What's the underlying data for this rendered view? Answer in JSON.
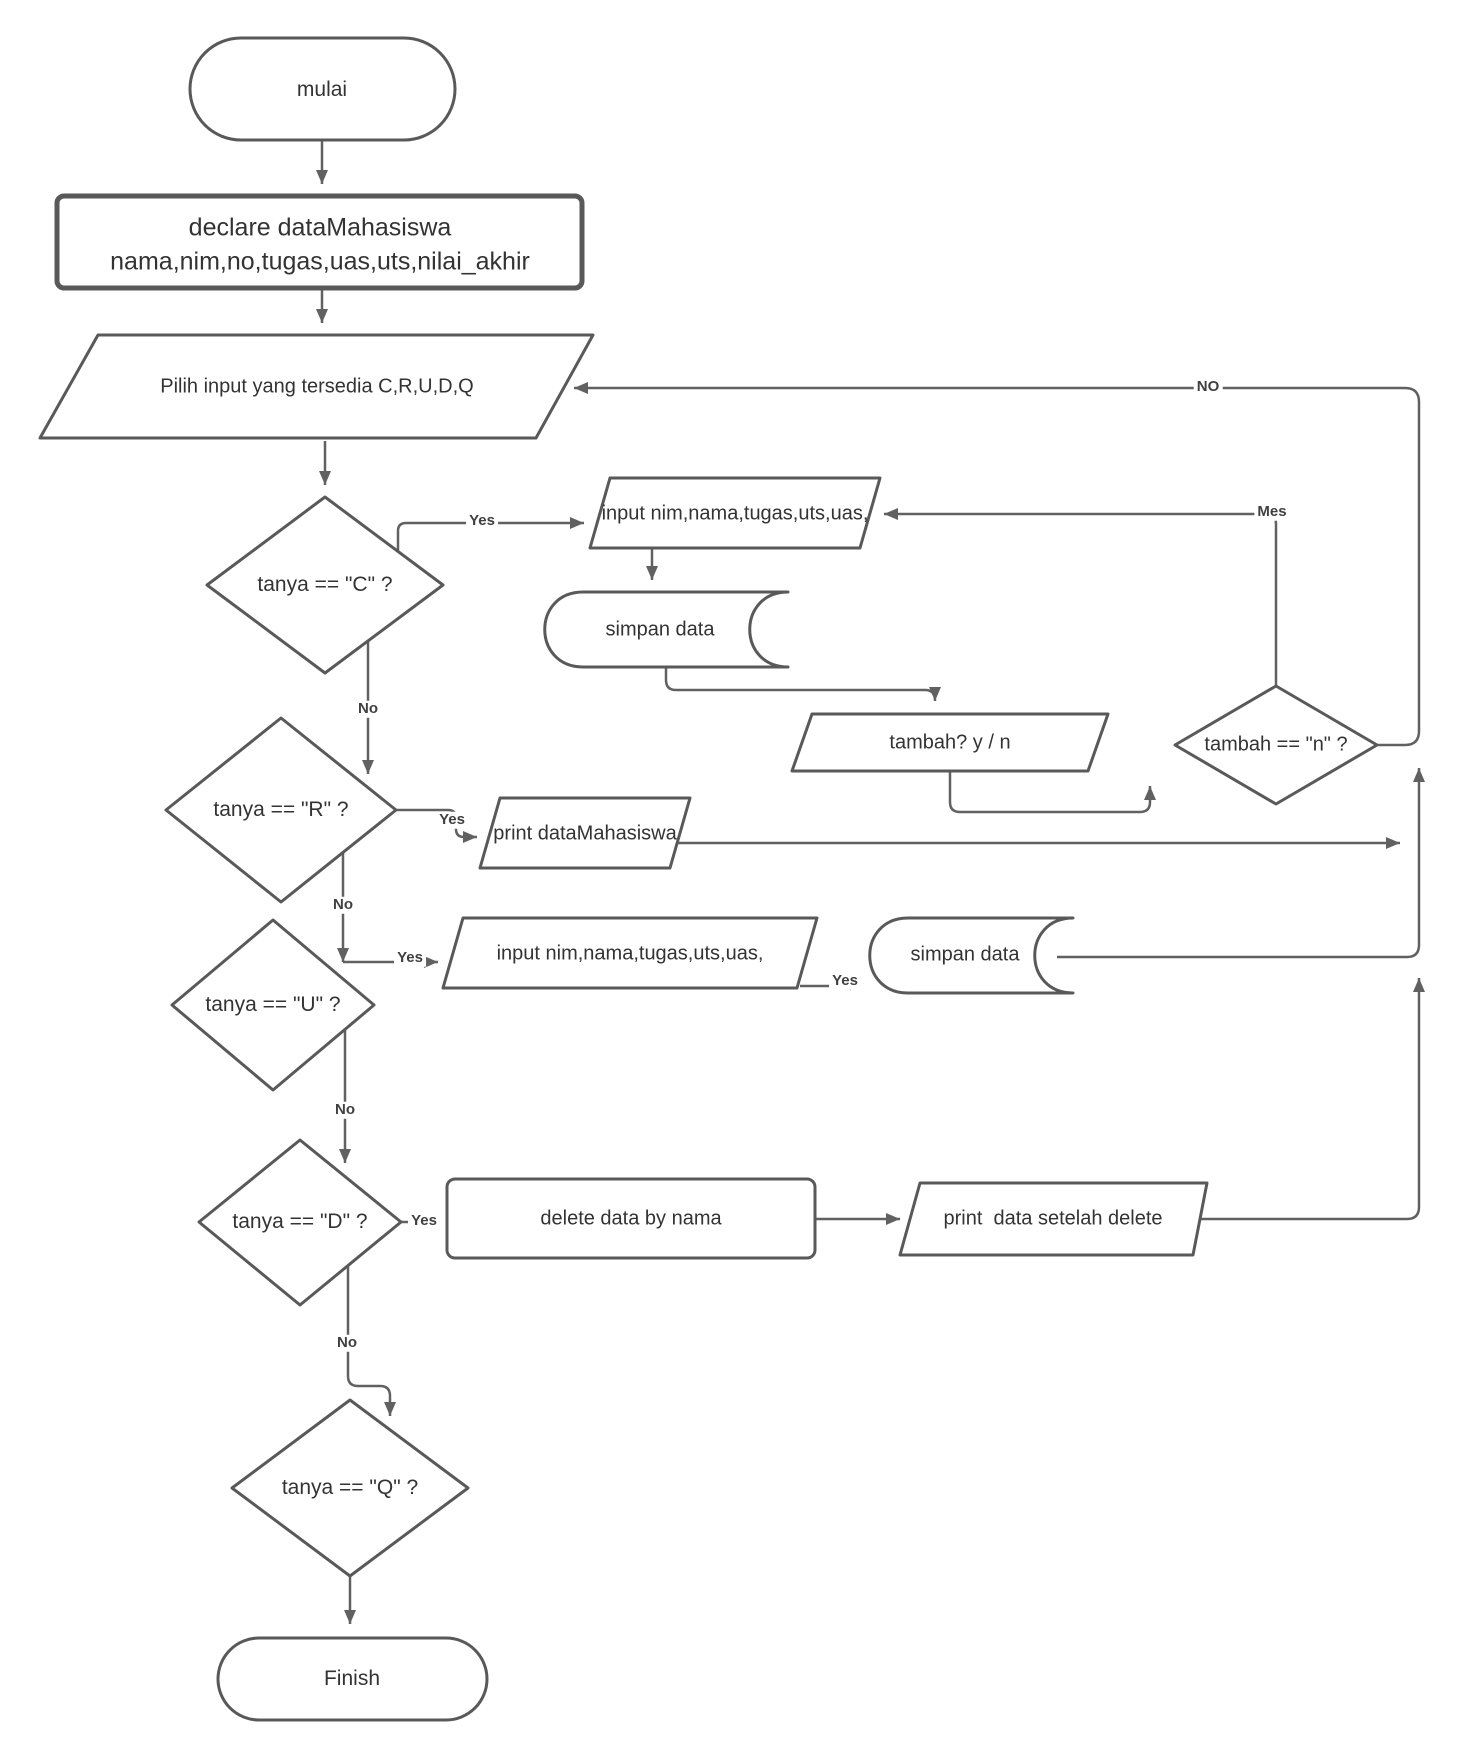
{
  "diagram": {
    "type": "flowchart",
    "colors": {
      "shape_stroke": "#595959",
      "edge_stroke": "#616161",
      "text": "#333333",
      "background": "#ffffff"
    },
    "nodes": {
      "start": {
        "shape": "terminator",
        "label": "mulai"
      },
      "declare": {
        "shape": "process",
        "label_line1": "declare dataMahasiswa",
        "label_line2": "nama,nim,no,tugas,uas,uts,nilai_akhir"
      },
      "pilih": {
        "shape": "parallelogram",
        "label": "Pilih input yang tersedia C,R,U,D,Q"
      },
      "decision_c": {
        "shape": "diamond",
        "label": "tanya == \"C\" ?"
      },
      "input_c": {
        "shape": "parallelogram",
        "label": "input nim,nama,tugas,uts,uas,"
      },
      "simpan_c": {
        "shape": "stored-data",
        "label": "simpan data"
      },
      "tambah_prompt": {
        "shape": "parallelogram",
        "label": "tambah? y / n"
      },
      "decision_tambah": {
        "shape": "diamond",
        "label": "tambah == \"n\" ?"
      },
      "decision_r": {
        "shape": "diamond",
        "label": "tanya == \"R\" ?"
      },
      "print_r": {
        "shape": "parallelogram",
        "label": "print dataMahasiswa"
      },
      "decision_u": {
        "shape": "diamond",
        "label": "tanya == \"U\" ?"
      },
      "input_u": {
        "shape": "parallelogram",
        "label": "input nim,nama,tugas,uts,uas,"
      },
      "simpan_u": {
        "shape": "stored-data",
        "label": "simpan data"
      },
      "decision_d": {
        "shape": "diamond",
        "label": "tanya == \"D\" ?"
      },
      "delete_d": {
        "shape": "process",
        "label": "delete data by nama"
      },
      "print_d": {
        "shape": "parallelogram",
        "label": "print  data setelah delete"
      },
      "decision_q": {
        "shape": "diamond",
        "label": "tanya == \"Q\" ?"
      },
      "finish": {
        "shape": "terminator",
        "label": "Finish"
      }
    },
    "edge_labels": {
      "c_yes": "Yes",
      "c_no": "No",
      "r_yes": "Yes",
      "r_no": "No",
      "u_yes": "Yes",
      "u_no": "No",
      "u_save_yes": "Yes",
      "d_yes": "Yes",
      "d_no": "No",
      "tambah_loop_yes": "Mes",
      "tambah_loop_no": "NO"
    }
  }
}
